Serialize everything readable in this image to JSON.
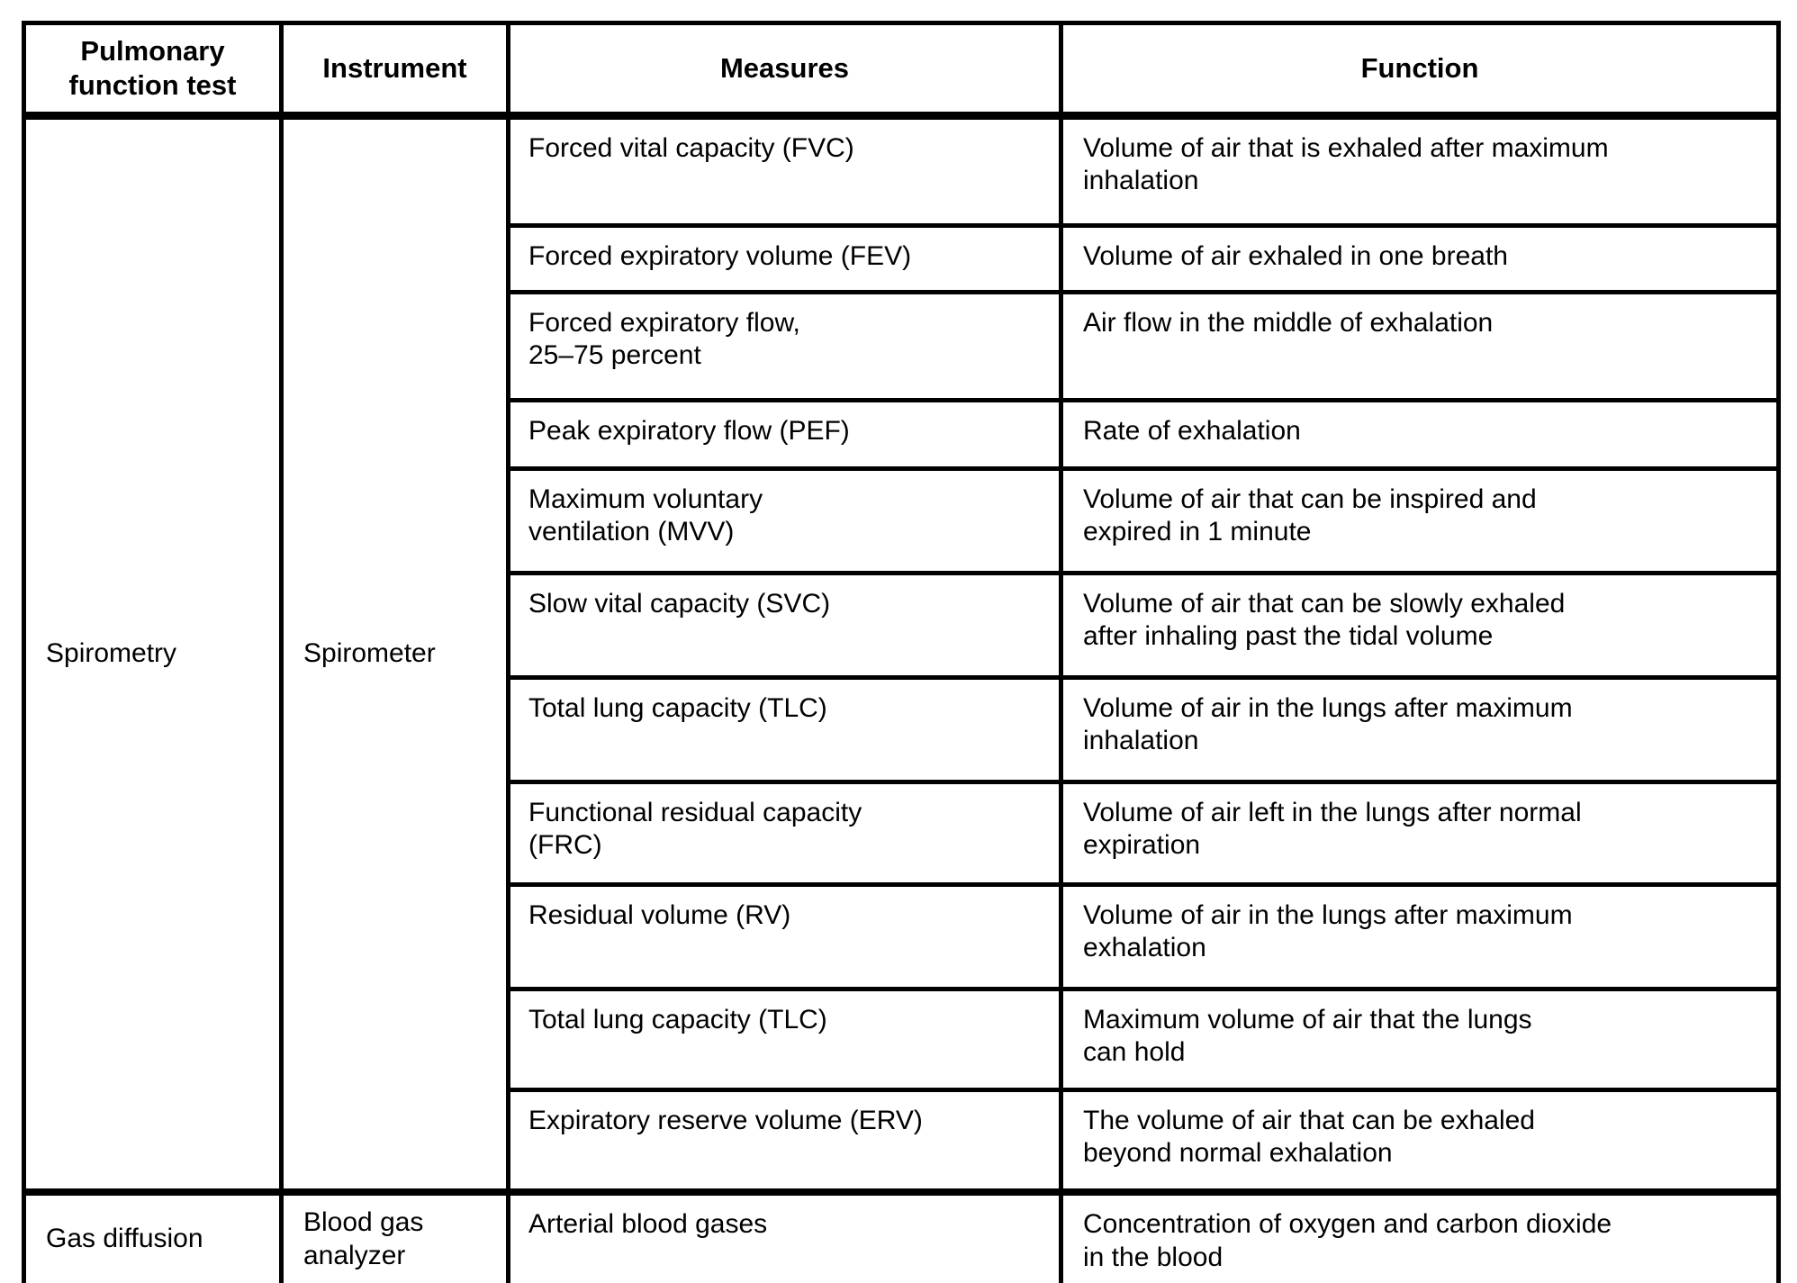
{
  "colors": {
    "border": "#000000",
    "background": "#ffffff",
    "text": "#000000"
  },
  "table": {
    "headers": [
      "Pulmonary\nfunction test",
      "Instrument",
      "Measures",
      "Function"
    ],
    "groups": [
      {
        "test": "Spirometry",
        "instrument": "Spirometer",
        "rows": [
          {
            "measure": "Forced vital capacity (FVC)",
            "function": "Volume of air that is exhaled after maximum\ninhalation"
          },
          {
            "measure": "Forced expiratory volume (FEV)",
            "function": "Volume of air exhaled in one breath"
          },
          {
            "measure": "Forced expiratory flow,\n25–75 percent",
            "function": "Air flow in the middle of exhalation"
          },
          {
            "measure": "Peak expiratory flow (PEF)",
            "function": "Rate of exhalation"
          },
          {
            "measure": "Maximum voluntary\nventilation (MVV)",
            "function": "Volume of air that can be inspired and\nexpired in 1 minute"
          },
          {
            "measure": "Slow vital capacity (SVC)",
            "function": "Volume of air that can be slowly exhaled\nafter inhaling past the tidal volume"
          },
          {
            "measure": "Total lung capacity (TLC)",
            "function": "Volume of air in the lungs after maximum\ninhalation"
          },
          {
            "measure": "Functional residual capacity\n(FRC)",
            "function": "Volume of air left in the lungs after normal\nexpiration"
          },
          {
            "measure": "Residual volume (RV)",
            "function": "Volume of air in the lungs after maximum\nexhalation"
          },
          {
            "measure": "Total lung capacity (TLC)",
            "function": "Maximum volume of air that the lungs\ncan hold"
          },
          {
            "measure": "Expiratory reserve volume (ERV)",
            "function": "The volume of air that can be exhaled\nbeyond normal exhalation"
          }
        ]
      },
      {
        "test": "Gas diffusion",
        "instrument": "Blood gas\nanalyzer",
        "rows": [
          {
            "measure": "Arterial blood gases",
            "function": "Concentration of oxygen and carbon dioxide\nin the blood"
          }
        ]
      }
    ]
  }
}
